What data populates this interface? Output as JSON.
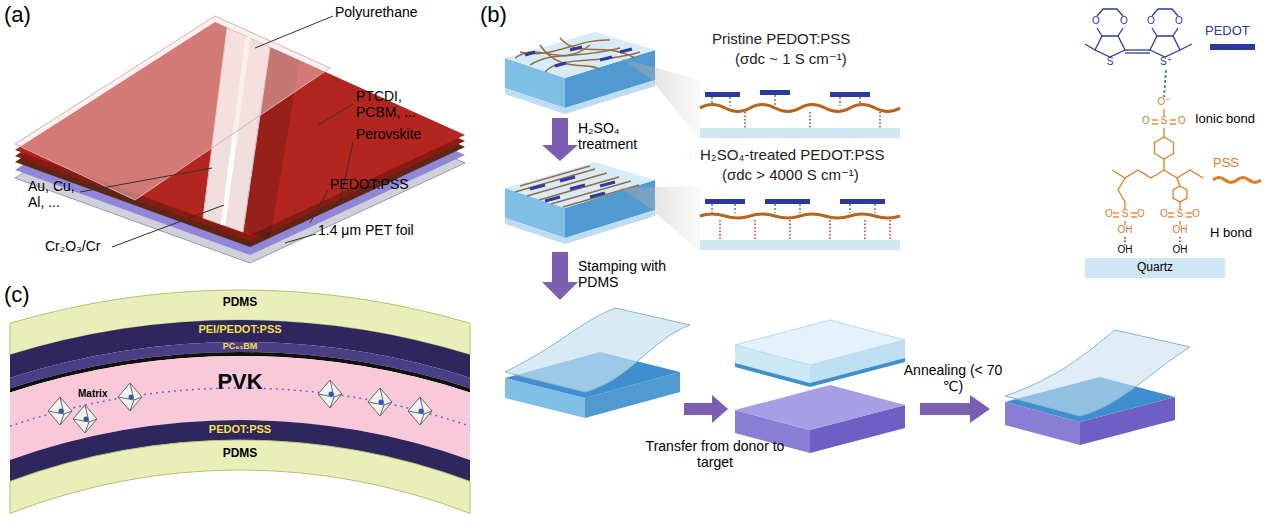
{
  "diagram": {
    "labels": [
      "(a)",
      "Polyurethane",
      "PTCDI, PCBM, ...",
      "Perovskite",
      "PEDOT:PSS",
      "1.4 μm PET foil",
      "Au, Cu, Al, ...",
      "Cr₂O₃/Cr",
      "(b)",
      "Pristine PEDOT:PSS",
      "(σdc ~ 1 S cm⁻¹)",
      "H₂SO₄ treatment",
      "H₂SO₄-treated PEDOT:PSS",
      "(σdc > 4000 S cm⁻¹)",
      "Stamping with PDMS",
      "Transfer from donor to target",
      "Annealing (< 70 ℃)",
      "PEDOT",
      "Ionic bond",
      "PSS",
      "H bond",
      "Quartz",
      "O",
      "O",
      "S",
      "O",
      "O",
      "S⁺",
      "O⁻",
      "O",
      "S",
      "O",
      "O",
      "S",
      "O",
      "OH",
      "O",
      "S",
      "O",
      "OH",
      "OH",
      "OH",
      "(c)",
      "PDMS",
      "PEI/PEDOT:PSS",
      "PC₆₁BM",
      "Matrix",
      "PVK",
      "PEDOT:PSS",
      "PDMS"
    ]
  }
}
